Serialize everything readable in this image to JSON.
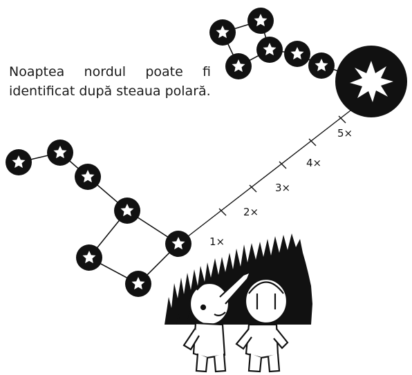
{
  "caption": "Noaptea nordul poate fi identificat după steaua polară.",
  "multiples": [
    "1×",
    "2×",
    "3×",
    "4×",
    "5×"
  ],
  "constellations": {
    "big_dipper_stars": 7,
    "little_dipper_stars": 7
  },
  "colors": {
    "ink": "#111111",
    "paper": "#ffffff"
  }
}
